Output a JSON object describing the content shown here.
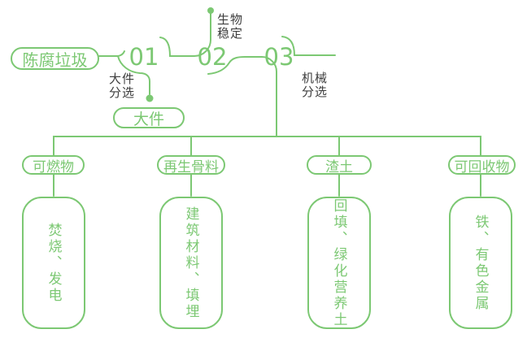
{
  "diagram": {
    "source": "陈腐垃圾",
    "stations": [
      {
        "number": "01",
        "process": "大件\n分选",
        "output": "大件"
      },
      {
        "number": "02",
        "process": "生物\n稳定"
      },
      {
        "number": "03",
        "process": "机械\n分选"
      }
    ],
    "branches": [
      {
        "category": "可燃物",
        "outcome": "焚烧、发电"
      },
      {
        "category": "再生骨料",
        "outcome": "建筑材料、填埋"
      },
      {
        "category": "渣土",
        "outcome": "回填、绿化营养土"
      },
      {
        "category": "可回收物",
        "outcome": "铁、有色金属"
      }
    ],
    "colors": {
      "line_green": "#7CC873",
      "dark_text": "#3D3D3D",
      "background": "#FFFFFF"
    }
  }
}
